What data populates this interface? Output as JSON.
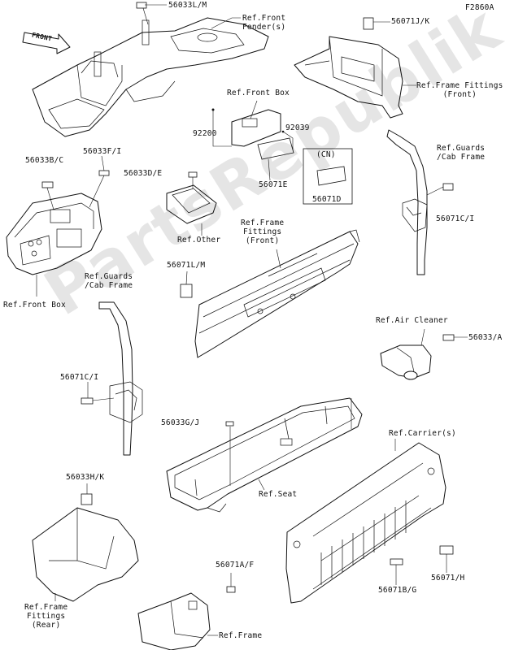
{
  "figure_code": "F2860A",
  "front_arrow": "FRONT",
  "watermark": "PartsRepublik",
  "labels": {
    "l01": "56033L/M",
    "l02": "Ref.Front\nFender(s)",
    "l03": "56071J/K",
    "l04": "Ref.Frame Fittings\n(Front)",
    "l05": "Ref.Front Box",
    "l06": "92200",
    "l07": "92039",
    "l08": "(CN)",
    "l09": "56071E",
    "l10": "56071D",
    "l11": "Ref.Guards\n/Cab Frame",
    "l12": "56033B/C",
    "l13": "56033F/I",
    "l14": "56033D/E",
    "l15": "Ref.Other",
    "l16": "56071C/I",
    "l17": "Ref.Front Box",
    "l18": "Ref.Frame\nFittings\n(Front)",
    "l19": "56071L/M",
    "l20": "Ref.Guards\n/Cab Frame",
    "l21": "Ref.Air Cleaner",
    "l22": "56033/A",
    "l23": "56071C/I",
    "l24": "56033G/J",
    "l25": "Ref.Seat",
    "l26": "Ref.Carrier(s)",
    "l27": "56033H/K",
    "l28": "56071A/F",
    "l29": "Ref.Frame\nFittings\n(Rear)",
    "l30": "Ref.Frame",
    "l31": "56071B/G",
    "l32": "56071/H"
  }
}
